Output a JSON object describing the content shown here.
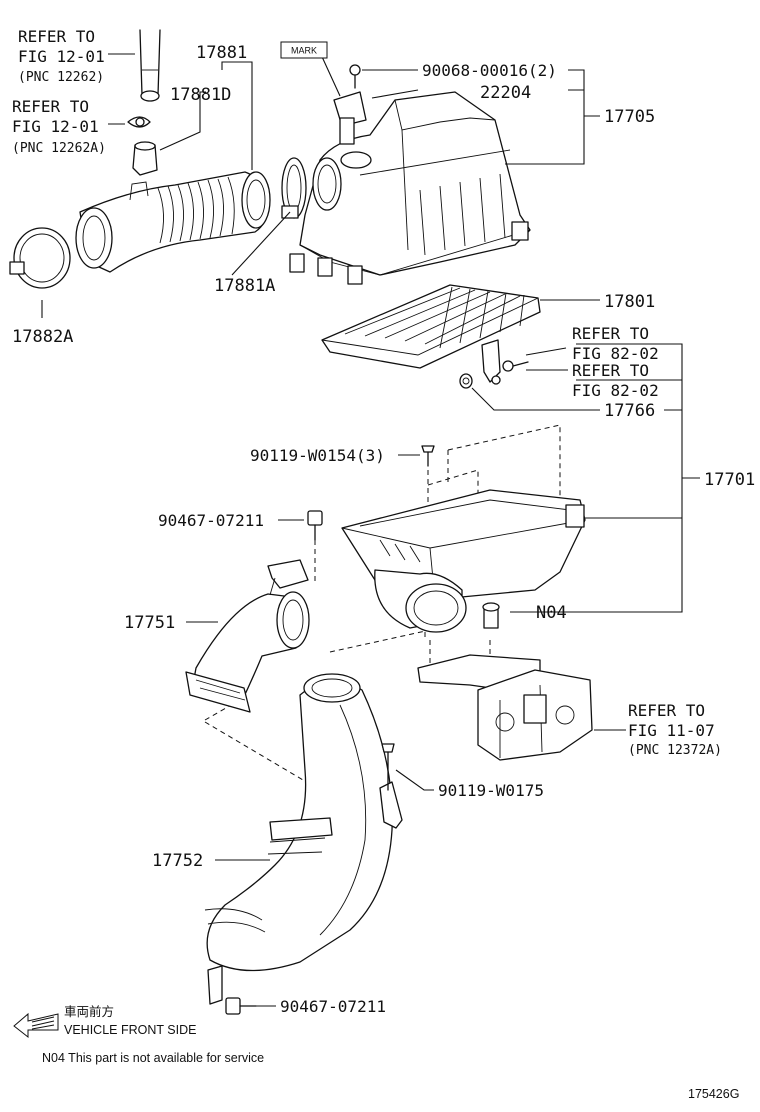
{
  "refs": {
    "fig1201_a": {
      "line1": "REFER TO",
      "line2": "FIG 12-01",
      "line3": "(PNC 12262)"
    },
    "fig1201_b": {
      "line1": "REFER TO",
      "line2": "FIG 12-01",
      "line3": "(PNC 12262A)"
    },
    "fig8202_a": {
      "line1": "REFER TO",
      "line2": "FIG 82-02"
    },
    "fig8202_b": {
      "line1": "REFER TO",
      "line2": "FIG 82-02"
    },
    "fig1107": {
      "line1": "REFER TO",
      "line2": "FIG 11-07",
      "line3": "(PNC 12372A)"
    }
  },
  "mark_label": "MARK",
  "parts": {
    "p17881": "17881",
    "p17881D": "17881D",
    "p17881A": "17881A",
    "p17882A": "17882A",
    "p90068": "90068-00016(2)",
    "p22204": "22204",
    "p17705": "17705",
    "p17801": "17801",
    "p17766": "17766",
    "p17701": "17701",
    "p90119a": "90119-W0154(3)",
    "p90467a": "90467-07211",
    "p17751": "17751",
    "pN04": "N04",
    "p90119b": "90119-W0175",
    "p17752": "17752",
    "p90467b": "90467-07211"
  },
  "legend": {
    "jp": "車両前方",
    "en": "VEHICLE FRONT SIDE",
    "note": "N04  This part is not available for service"
  },
  "diagram_id": "175426G"
}
